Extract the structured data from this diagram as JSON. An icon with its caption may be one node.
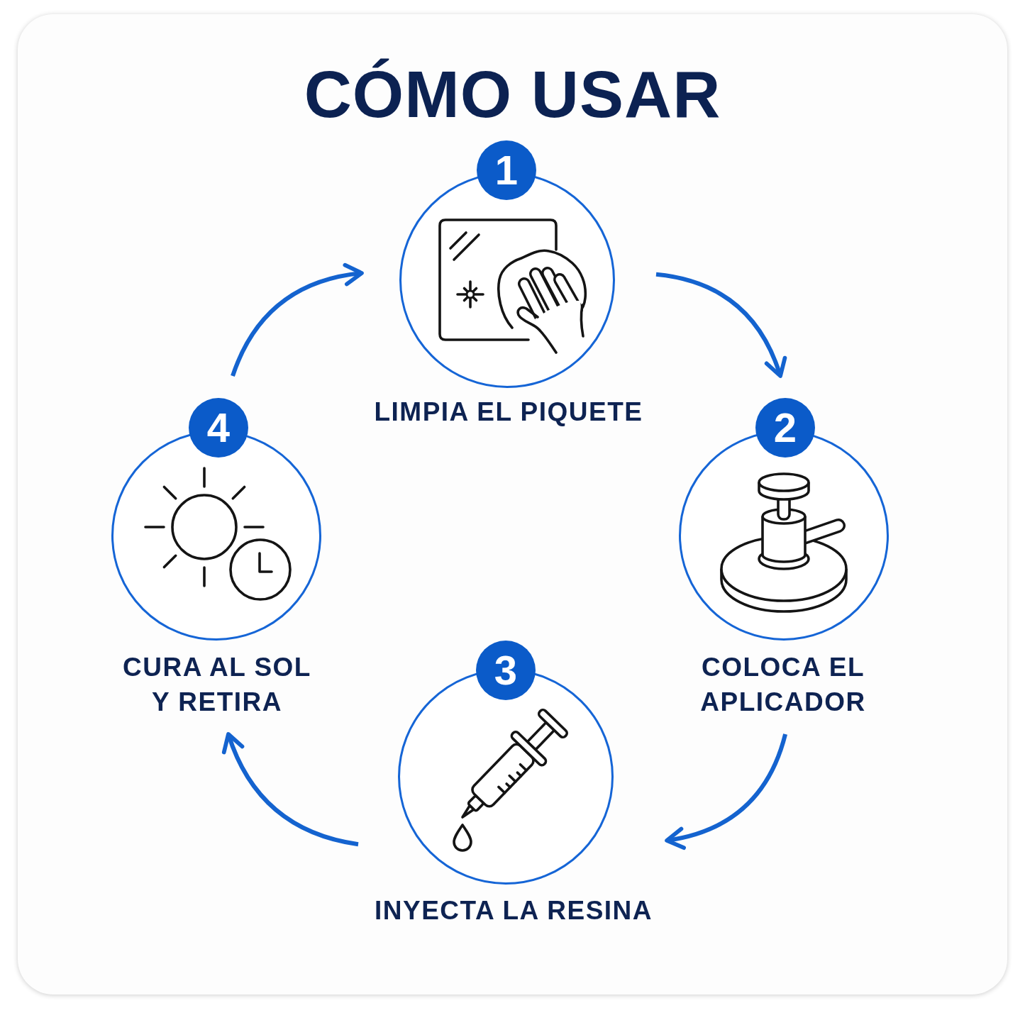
{
  "diagram": {
    "title": "CÓMO USAR",
    "nodes": [
      {
        "text": [
          "1",
          "LIMPIA EL PIQUETE"
        ]
      },
      {
        "text": [
          "2",
          "COLOCA EL APLICADOR"
        ]
      },
      {
        "text": [
          "3",
          "INYECTA LA RESINA"
        ]
      },
      {
        "text": [
          "4",
          "CURA AL SOL Y RETIRA"
        ]
      }
    ],
    "edges": [
      {
        "from": 0,
        "to": 1,
        "arrow": "to"
      },
      {
        "from": 1,
        "to": 2,
        "arrow": "to"
      },
      {
        "from": 2,
        "to": 3,
        "arrow": "to"
      },
      {
        "from": 3,
        "to": 0,
        "arrow": "to"
      }
    ]
  }
}
